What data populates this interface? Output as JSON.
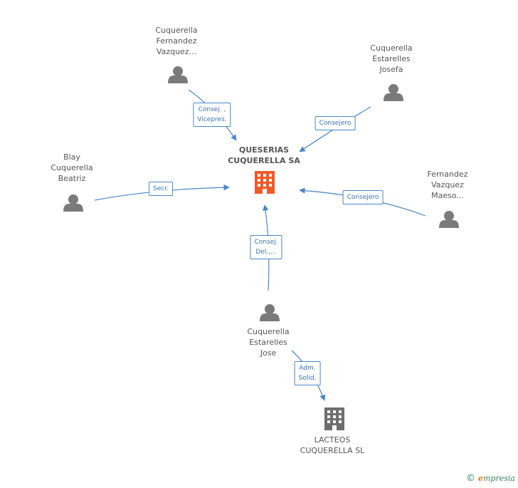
{
  "colors": {
    "edge": "#4a86c8",
    "person": "#7a7a7a",
    "company_main": "#f05a28",
    "company_other": "#6e6e6e"
  },
  "center": {
    "name": "QUESERIAS\nCUQUERELLA SA"
  },
  "people": [
    {
      "id": "p1",
      "name": "Cuquerella\nFernandez\nVazquez...",
      "role": "Consej. ,\nVicepres."
    },
    {
      "id": "p2",
      "name": "Cuquerella\nEstarelles\nJosefa",
      "role": "Consejero"
    },
    {
      "id": "p3",
      "name": "Blay\nCuquerella\nBeatriz",
      "role": "Secr."
    },
    {
      "id": "p4",
      "name": "Fernandez\nVazquez\nMaeso...",
      "role": "Consejero"
    },
    {
      "id": "p5",
      "name": "Cuquerella\nEstarelles\nJose",
      "role": "Consej.\nDel.,..."
    }
  ],
  "other_company": {
    "name": "LACTEOS\nCUQUERELLA SL",
    "role": "Adm.\nSolid."
  },
  "footer": {
    "copyright": "©",
    "brand_initial": "e",
    "brand_rest": "mpresia"
  }
}
